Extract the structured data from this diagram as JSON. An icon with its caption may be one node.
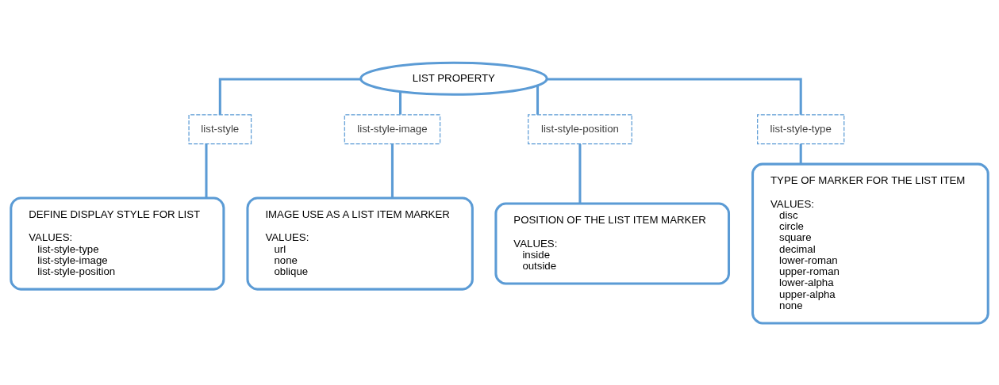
{
  "diagram": {
    "nodes": [
      {
        "text": [
          "LIST PROPERTY"
        ]
      },
      {
        "text": [
          "list-style"
        ]
      },
      {
        "text": [
          "list-style-image"
        ]
      },
      {
        "text": [
          "list-style-position"
        ]
      },
      {
        "text": [
          "list-style-type"
        ]
      },
      {
        "text": [
          "DEFINE DISPLAY STYLE FOR LIST",
          "VALUES:",
          "list-style-type",
          "list-style-image",
          "list-style-position"
        ]
      },
      {
        "text": [
          "IMAGE USE AS A LIST ITEM MARKER",
          "VALUES:",
          "url",
          "none",
          "oblique"
        ]
      },
      {
        "text": [
          "POSITION OF THE LIST ITEM MARKER",
          "VALUES:",
          "inside",
          "outside"
        ]
      },
      {
        "text": [
          "TYPE OF MARKER FOR THE LIST ITEM",
          "VALUES:",
          "disc",
          "circle",
          "square",
          "decimal",
          "lower-roman",
          "upper-roman",
          "lower-alpha",
          "upper-alpha",
          "none"
        ]
      }
    ],
    "edges": [
      {
        "from": 0,
        "to": 1,
        "arrow": "none"
      },
      {
        "from": 0,
        "to": 2,
        "arrow": "none"
      },
      {
        "from": 0,
        "to": 3,
        "arrow": "none"
      },
      {
        "from": 0,
        "to": 4,
        "arrow": "none"
      },
      {
        "from": 1,
        "to": 5,
        "arrow": "none"
      },
      {
        "from": 2,
        "to": 6,
        "arrow": "none"
      },
      {
        "from": 3,
        "to": 7,
        "arrow": "none"
      },
      {
        "from": 4,
        "to": 8,
        "arrow": "none"
      }
    ]
  }
}
